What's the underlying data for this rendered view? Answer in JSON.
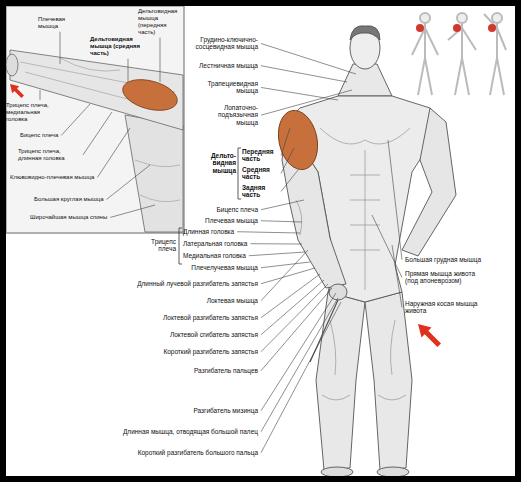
{
  "diagram": {
    "labels": [
      "Плечевая мышца",
      "Дельтовидная мышца (передняя часть)",
      "Дельтовидная мышца (средняя часть)",
      "Трицепс плеча, медиальная головка",
      "Бицепс плеча",
      "Трицепс плеча, длинная головка",
      "Клювовидно-плечевая мышца",
      "Большая круглая мышца",
      "Широчайшая мышца спины",
      "Грудино-ключично-сосцевидная мышца",
      "Лестничная мышца",
      "Трапециевидная мышца",
      "Лопаточно-подъязычная мышца",
      "Передняя часть",
      "Дельто-видная мышца",
      "Средняя часть",
      "Задняя часть",
      "Бицепс плеча",
      "Плечевая мышца",
      "Трицепс плеча",
      "Длинная головка",
      "Латеральная головка",
      "Медиальная головка",
      "Плечелучевая мышца",
      "Длинный лучевой разгибатель запястья",
      "Локтевая мышца",
      "Локтевой разгибатель запястья",
      "Локтевой сгибатель запястья",
      "Короткий разгибатель запястья",
      "Разгибатель пальцев",
      "Разгибатель мизинца",
      "Длинная мышца, отводящая большой палец",
      "Короткий разгибатель большого пальца",
      "Большая грудная мышца",
      "Прямая мышца живота (под апоневрозом)",
      "Наружная косая мышца живота"
    ]
  }
}
